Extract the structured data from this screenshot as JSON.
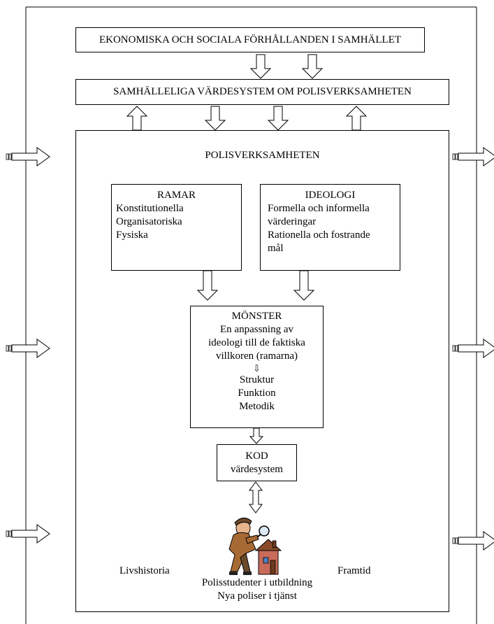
{
  "top_box": "EKONOMISKA OCH SOCIALA FÖRHÅLLANDEN I SAMHÄLLET",
  "second_box": "SAMHÄLLELIGA VÄRDESYSTEM OM POLISVERKSAMHETEN",
  "main_title": "POLISVERKSAMHETEN",
  "ramar": {
    "title": "RAMAR",
    "lines": [
      "Konstitutionella",
      "Organisatoriska",
      "Fysiska"
    ]
  },
  "ideologi": {
    "title": "IDEOLOGI",
    "lines": [
      "Formella och informella",
      "värderingar",
      "Rationella och fostrande",
      "mål"
    ]
  },
  "monster": {
    "title": "MÖNSTER",
    "lines": [
      "En anpassning av",
      "ideologi till de faktiska",
      "villkoren (ramarna)"
    ],
    "arrow_glyph": "⇩",
    "sub_lines": [
      "Struktur",
      "Funktion",
      "Metodik"
    ]
  },
  "kod": {
    "title": "KOD",
    "subtitle": "värdesystem"
  },
  "bottom": {
    "left": "Livshistoria",
    "right": "Framtid",
    "caption_1": "Polisstudenter i utbildning",
    "caption_2": "Nya poliser i tjänst"
  },
  "icons": {
    "detective": "detective-with-magnifier-and-house-icon"
  }
}
